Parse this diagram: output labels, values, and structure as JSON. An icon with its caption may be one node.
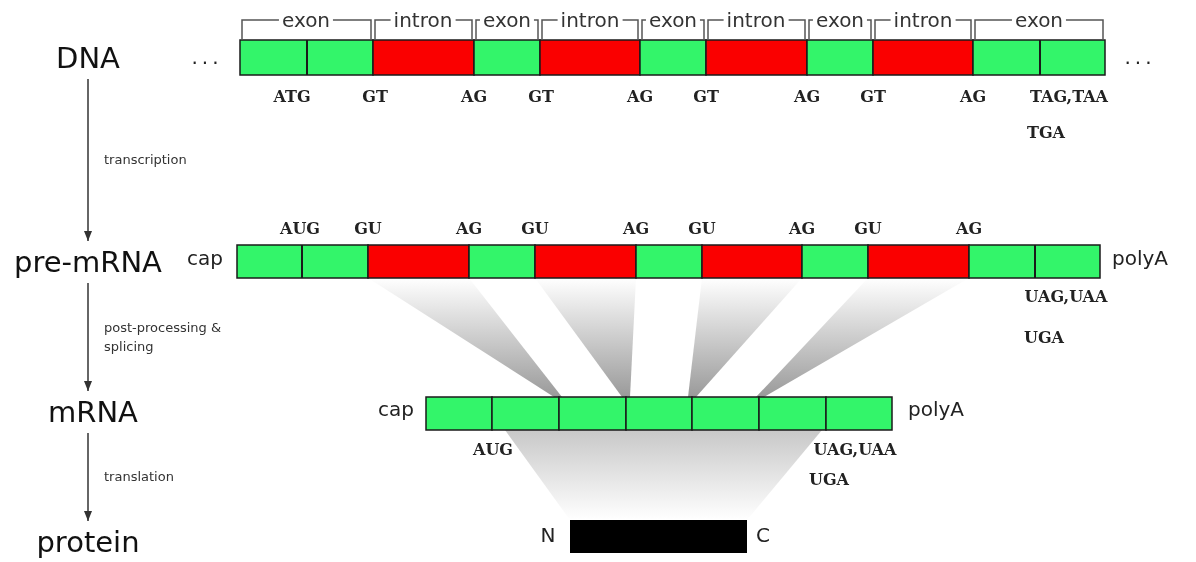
{
  "diagram": {
    "nodes": [
      {
        "text": [
          "DNA"
        ]
      },
      {
        "text": [
          "pre-mRNA"
        ]
      },
      {
        "text": [
          "mRNA"
        ]
      },
      {
        "text": [
          "protein"
        ]
      }
    ],
    "edges": [
      {
        "from": 0,
        "to": 1,
        "arrow": "to",
        "label": "transcription"
      },
      {
        "from": 1,
        "to": 2,
        "arrow": "to",
        "label": "post-processing & splicing"
      },
      {
        "from": 2,
        "to": 3,
        "arrow": "to",
        "label": "translation"
      }
    ],
    "labels": [
      "...",
      "exon",
      "intron",
      "exon",
      "intron",
      "exon",
      "intron",
      "exon",
      "intron",
      "exon",
      "...",
      "ATG",
      "GT",
      "AG",
      "GT",
      "AG",
      "GT",
      "AG",
      "GT",
      "AG",
      "TAG,TAA",
      "TGA",
      "AUG",
      "GU",
      "AG",
      "GU",
      "AG",
      "GU",
      "AG",
      "GU",
      "AG",
      "cap",
      "polyA",
      "UAG,UAA",
      "UGA",
      "cap",
      "polyA",
      "AUG",
      "UAG,UAA",
      "UGA",
      "N",
      "C"
    ]
  }
}
